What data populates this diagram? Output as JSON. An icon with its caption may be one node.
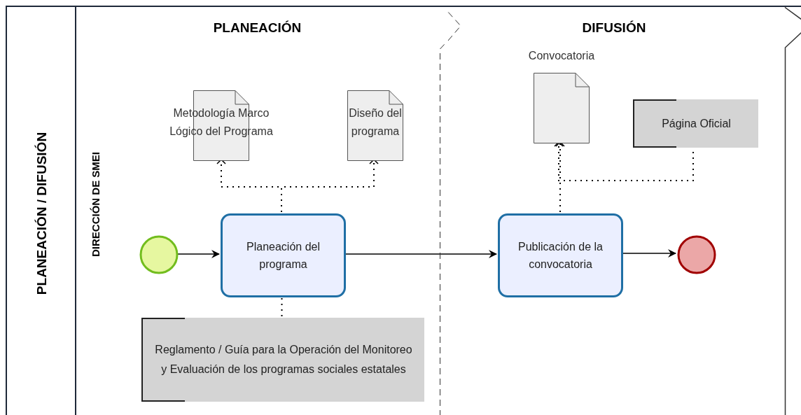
{
  "diagram": {
    "nodes": [
      {
        "text": [
          "PLANEACIÓN / DIFUSIÓN"
        ]
      },
      {
        "text": [
          "DIRECCIÓN DE SMEI"
        ],
        "in": 0
      },
      {
        "text": [
          "PLANEACIÓN"
        ],
        "in": 1
      },
      {
        "text": [
          "DIFUSIÓN"
        ],
        "in": 1
      },
      {
        "text": [
          "Metodología Marco Lógico del Programa"
        ],
        "in": 2
      },
      {
        "text": [
          "Diseño del programa"
        ],
        "in": 2
      },
      {
        "text": [],
        "shape": "circle",
        "in": 2
      },
      {
        "text": [
          "Planeación del programa"
        ],
        "in": 2
      },
      {
        "text": [
          "Reglamento / Guía para la Operación del Monitoreo y Evaluación de los programas sociales estatales"
        ],
        "in": 2
      },
      {
        "text": [
          "Convocatoria"
        ],
        "in": 3
      },
      {
        "text": [
          "Página Oficial"
        ],
        "in": 3
      },
      {
        "text": [
          "Publicación de la convocatoria"
        ],
        "in": 3
      },
      {
        "text": [],
        "shape": "circle",
        "in": 3
      }
    ],
    "edges": [
      {
        "from": 6,
        "to": 7,
        "arrow": "to"
      },
      {
        "from": 7,
        "to": 11,
        "arrow": "to"
      },
      {
        "from": 11,
        "to": 12,
        "arrow": "to"
      },
      {
        "from": 7,
        "to": 4,
        "arrow": "to",
        "style": "dashed"
      },
      {
        "from": 7,
        "to": 5,
        "arrow": "to",
        "style": "dashed"
      },
      {
        "from": 8,
        "to": 7,
        "arrow": "none",
        "style": "dashed"
      },
      {
        "from": 11,
        "to": 9,
        "arrow": "to",
        "style": "dashed"
      },
      {
        "from": 10,
        "to": 9,
        "arrow": "to",
        "style": "dashed"
      }
    ]
  }
}
